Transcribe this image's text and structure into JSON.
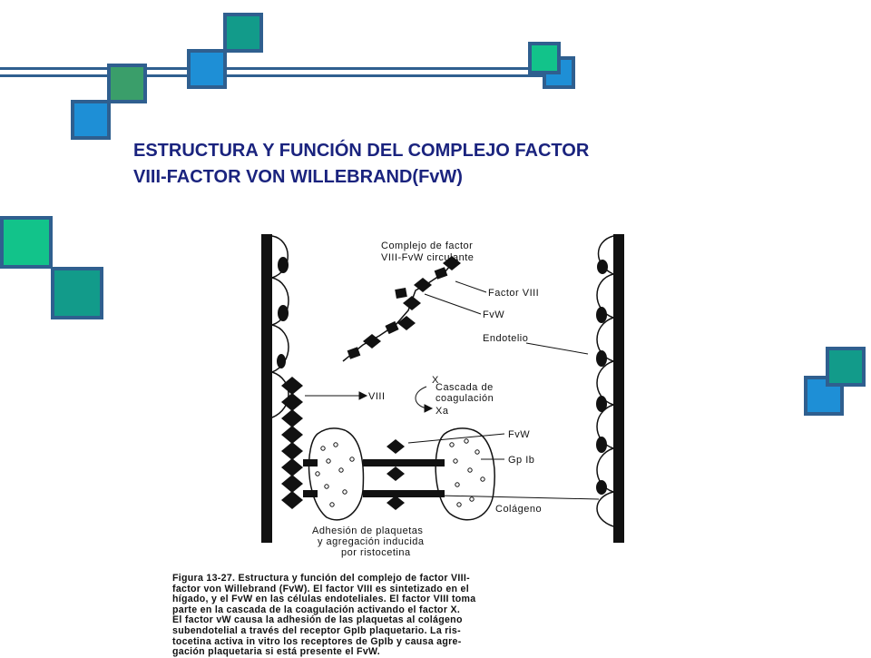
{
  "slide": {
    "title_line1": "ESTRUCTURA Y FUNCIÓN DEL COMPLEJO FACTOR",
    "title_line2": "VIII-FACTOR VON WILLEBRAND(FvW)"
  },
  "colors": {
    "title": "#1a237e",
    "frame": "#2f5f8f",
    "blue": "#1e8fd6",
    "teal": "#129b8a",
    "green": "#3a9e6a",
    "mint": "#12c38a"
  },
  "figure": {
    "labels": {
      "complex_line1": "Complejo de factor",
      "complex_line2": "VIII-FvW circulante",
      "factor_viii": "Factor VIII",
      "fvw": "FvW",
      "endotelio": "Endotelio",
      "viii": "VIII",
      "x": "X",
      "cascade_line1": "Cascada de",
      "cascade_line2": "coagulación",
      "xa": "Xa",
      "fvw2": "FvW",
      "gpib": "Gp Ib",
      "colageno": "Colágeno",
      "adhesion_line1": "Adhesión de plaquetas",
      "adhesion_line2": "y agregación inducida",
      "adhesion_line3": "por ristocetina"
    },
    "caption": [
      "Figura 13-27. Estructura y función del complejo de factor VIII-",
      "factor von Willebrand (FvW). El factor VIII es sintetizado en el",
      "hígado, y el FvW en las células endoteliales. El factor VIII toma",
      "parte en la cascada de la coagulación activando el factor X.",
      "El factor vW causa la adhesión de las plaquetas al colágeno",
      "subendotelial a través del receptor GpIb plaquetario. La ris-",
      "tocetina activa in vitro los receptores de GpIb y causa agre-",
      "gación plaquetaria si está presente el FvW."
    ]
  }
}
